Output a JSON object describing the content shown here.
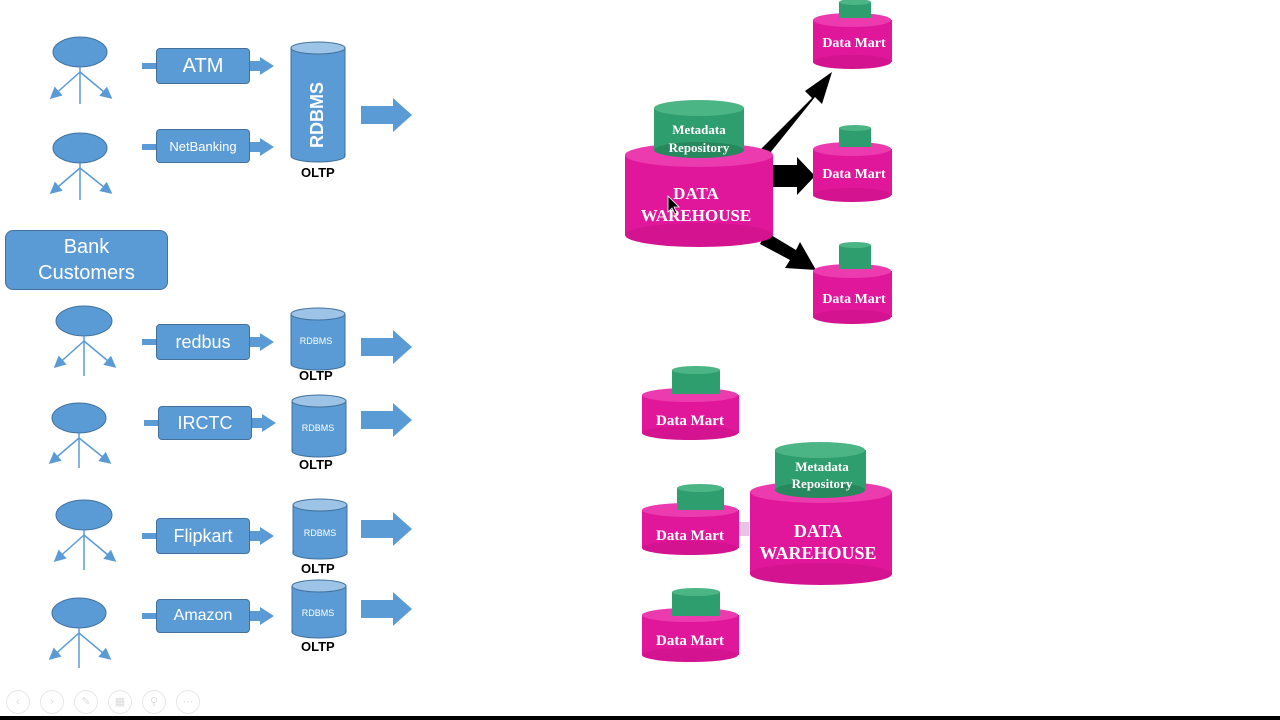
{
  "left": {
    "rows1": [
      {
        "app": "ATM"
      },
      {
        "app": "NetBanking"
      }
    ],
    "big_db": {
      "label": "RDBMS",
      "caption": "OLTP"
    },
    "group_label_line1": "Bank",
    "group_label_line2": "Customers",
    "rows2": [
      {
        "app": "redbus",
        "db": "RDBMS",
        "caption": "OLTP"
      },
      {
        "app": "IRCTC",
        "db": "RDBMS",
        "caption": "OLTP"
      },
      {
        "app": "Flipkart",
        "db": "RDBMS",
        "caption": "OLTP"
      },
      {
        "app": "Amazon",
        "db": "RDBMS",
        "caption": "OLTP"
      }
    ]
  },
  "top_dw": {
    "metadata_line1": "Metadata",
    "metadata_line2": "Repository",
    "dw_line1": "DATA",
    "dw_line2": "WAREHOUSE",
    "marts": [
      "Data Mart",
      "Data Mart",
      "Data Mart"
    ]
  },
  "bottom_dw": {
    "metadata_line1": "Metadata",
    "metadata_line2": "Repository",
    "dw_line1": "DATA",
    "dw_line2": "WAREHOUSE",
    "marts": [
      "Data Mart",
      "Data Mart",
      "Data Mart"
    ]
  },
  "colors": {
    "blue": "#5b9bd5",
    "blue_dark": "#41719c",
    "magenta": "#e0179a",
    "magenta_dark": "#b5107c",
    "green": "#2f9e6e"
  }
}
